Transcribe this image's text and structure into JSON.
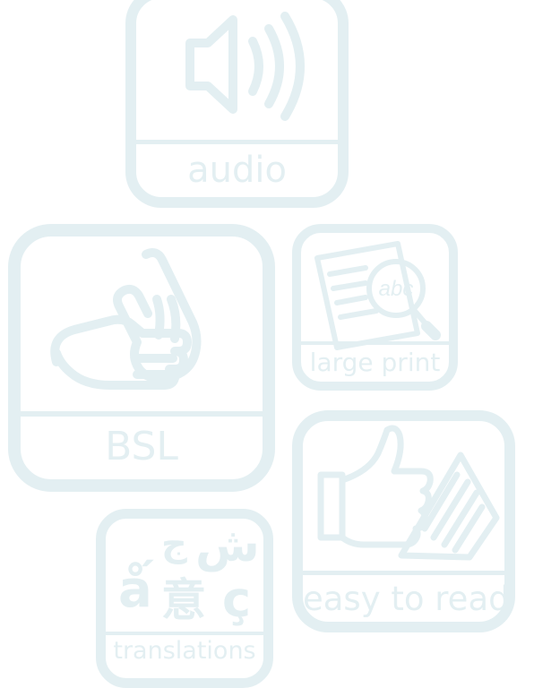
{
  "colors": {
    "tile_stroke": "#e3eff2",
    "background": "#ffffff"
  },
  "tiles": {
    "audio": {
      "label": "audio",
      "icon": "speaker-icon"
    },
    "bsl": {
      "label": "BSL",
      "icon": "sign-language-hands-icon"
    },
    "large_print": {
      "label": "large print",
      "icon": "magnifier-document-icon",
      "magnified_text": "abc"
    },
    "easy_read": {
      "label": "easy to read",
      "icon": "thumbs-up-document-icon"
    },
    "translations": {
      "label": "translations",
      "icon": "multilingual-script-icon",
      "glyph_arabic": "ش",
      "glyph_arabic_2": "ج",
      "glyph_accent": "ǻ",
      "glyph_chinese": "意",
      "glyph_cedilla": "ç"
    }
  }
}
